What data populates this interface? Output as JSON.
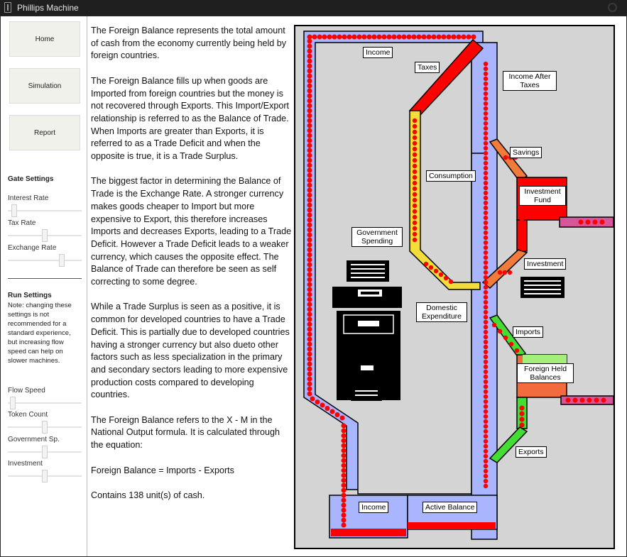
{
  "window": {
    "title": "Phillips Machine"
  },
  "nav": {
    "home": "Home",
    "simulation": "Simulation",
    "report": "Report"
  },
  "gate_settings": {
    "title": "Gate Settings",
    "interest_rate": {
      "label": "Interest Rate",
      "value": 0.05
    },
    "tax_rate": {
      "label": "Tax Rate",
      "value": 0.5
    },
    "exchange_rate": {
      "label": "Exchange Rate",
      "value": 0.75
    }
  },
  "run_settings": {
    "title": "Run Settings",
    "note": "Note: changing these settings is not recommended for a standard experience, but increasing flow speed can help on slower machines.",
    "flow_speed": {
      "label": "Flow Speed",
      "value": 0.03
    },
    "token_count": {
      "label": "Token Count",
      "value": 0.5
    },
    "government_sp": {
      "label": "Government Sp.",
      "value": 0.5
    },
    "investment": {
      "label": "Investment",
      "value": 0.5
    }
  },
  "description": {
    "p1": "The Foreign Balance represents the total amount of cash from the economy currently being held by foreign countries.",
    "p2": "The Foreign Balance fills up when goods are Imported from foreign countries but the money is not recovered through Exports. This Import/Export relationship is referred to as the Balance of Trade. When Imports are greater than Exports, it is referred to as a Trade Deficit and when the opposite is true, it is a Trade Surplus.",
    "p3": "The biggest factor in determining the Balance of Trade is the Exchange Rate. A stronger currency makes goods cheaper to Import but more expensive to Export, this therefore increases Imports and decreases Exports, leading to a Trade Deficit. However a Trade Deficit leads to a weaker currency, which causes the opposite effect. The Balance of Trade can therefore be seen as self correcting to some degree.",
    "p4": "While a Trade Surplus is seen as a positive, it is common for developed countries to have a Trade Deficit. This is partially due to developed countries having a stronger currency but also dueto other factors such as less specialization in the primary and secondary sectors leading to more expensive production costs compared to developing countries.",
    "p5": "The Foreign Balance refers to the X - M in the National Output formula. It is calculated through the equation:",
    "p6": "Foreign Balance = Imports - Exports",
    "p7": "Contains 138 unit(s) of cash."
  },
  "diagram": {
    "labels": {
      "income_top": "Income",
      "taxes": "Taxes",
      "income_after_taxes": "Income After Taxes",
      "savings": "Savings",
      "consumption": "Consumption",
      "investment_fund": "Investment Fund",
      "government_spending": "Government Spending",
      "investment": "Investment",
      "domestic_expenditure": "Domestic Expenditure",
      "imports": "Imports",
      "foreign_held_balances": "Foreign Held Balances",
      "exports": "Exports",
      "income_bottom": "Income",
      "active_balance": "Active Balance"
    },
    "colors": {
      "background": "#d4d4d4",
      "pipe_blue": "#a9b5ff",
      "token": "#ff0000",
      "tax_pipe": "#ff0000",
      "consumption_pipe": "#f2dd3a",
      "savings_pipe": "#f07b3a",
      "import_pipe": "#44dd33",
      "foreign_balance_fill": "#f36b3d",
      "foreign_balance_top": "#a4ef7a",
      "outflow_pipe": "#d9559a"
    }
  }
}
